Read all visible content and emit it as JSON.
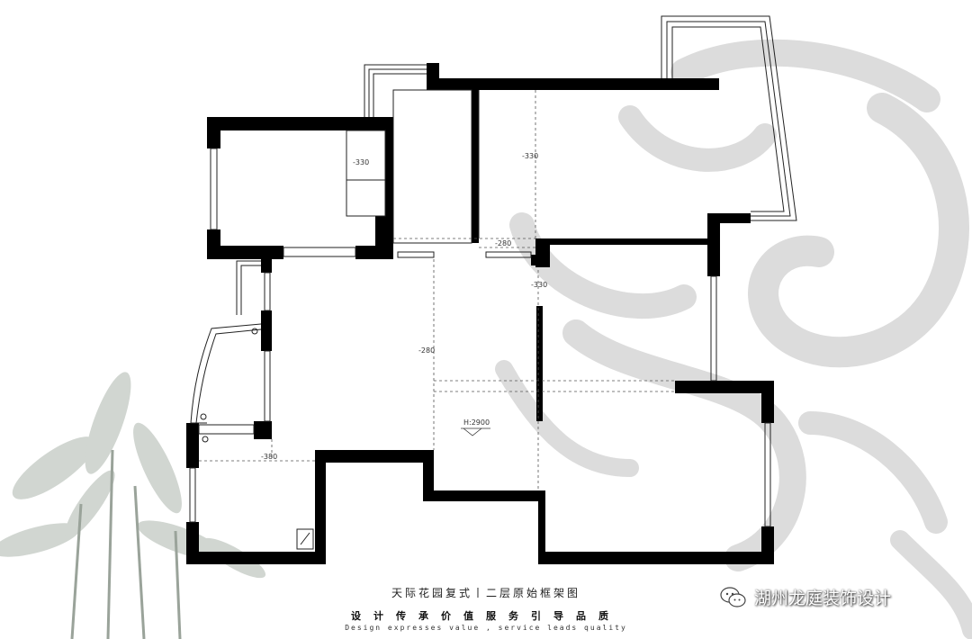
{
  "plan": {
    "title": "天际花园复式丨二层原始框架图",
    "slogan_cn": "设计传承价值服务引导品质",
    "slogan_en": "Design expresses value , service leads quality",
    "dimensions": {
      "d1": "-330",
      "d2": "-330",
      "d3": "-280",
      "d4": "-330",
      "d5": "-280",
      "d6": "-380",
      "height": "H:2900"
    }
  },
  "brand": {
    "name": "湖州龙庭装饰设计",
    "icon": "wechat-icon"
  },
  "colors": {
    "wall": "#000000",
    "watermark": "#d9d9d9",
    "background": "#ffffff"
  }
}
